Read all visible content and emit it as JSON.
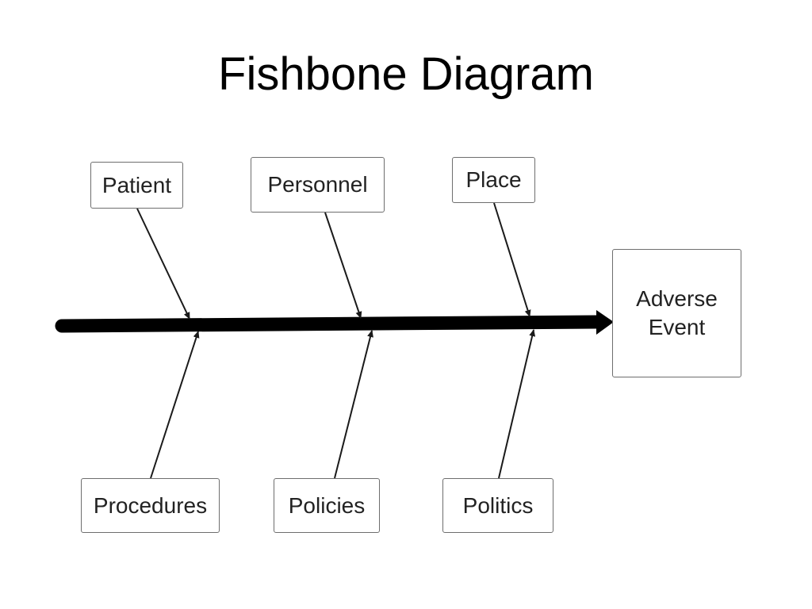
{
  "title": "Fishbone Diagram",
  "effect": {
    "line1": "Adverse",
    "line2": "Event"
  },
  "causes_top": [
    "Patient",
    "Personnel",
    "Place"
  ],
  "causes_bottom": [
    "Procedures",
    "Policies",
    "Politics"
  ],
  "colors": {
    "spine": "#000000",
    "arrow": "#1a1a1a",
    "box_border": "#6e6e6e",
    "text": "#222222"
  }
}
